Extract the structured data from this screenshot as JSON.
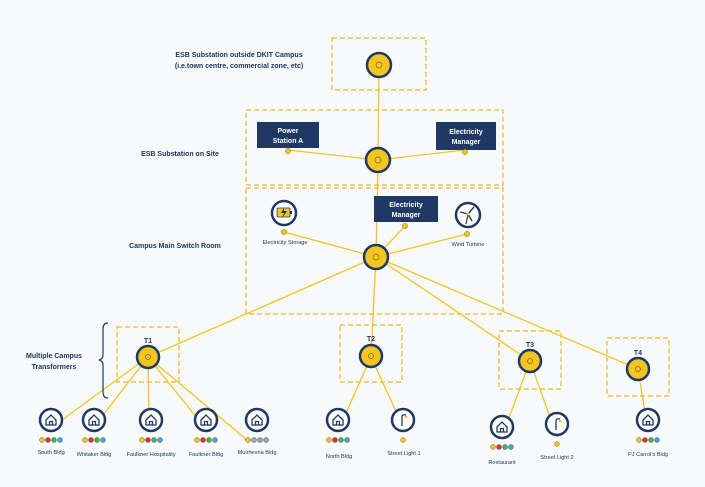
{
  "colors": {
    "line": "#f2c521",
    "node_fill": "#f2c521",
    "node_stroke": "#1f3864",
    "dash": "#f0b429",
    "dark_box": "#1f3864",
    "text": "#1f3864",
    "dot_yellow": "#f2c521",
    "dot_red": "#e63030",
    "dot_green": "#46b34a",
    "dot_blue": "#4aa3c8",
    "dot_grey": "#9aa5b1"
  },
  "labels": {
    "esb_outside_line1": "ESB Substation outside DKIT Campus",
    "esb_outside_line2": "(i.e.town centre, commercial zone, etc)",
    "esb_on_site": "ESB Substation on Site",
    "main_switch_room": "Campus Main Switch Room",
    "multiple_transformers_line1": "Multiple Campus",
    "multiple_transformers_line2": "Transformers"
  },
  "boxes": {
    "power_station_line1": "Power",
    "power_station_line2": "Station A",
    "elec_manager_top_line1": "Electricity",
    "elec_manager_top_line2": "Manager",
    "elec_manager_mid_line1": "Electricity",
    "elec_manager_mid_line2": "Manager"
  },
  "assets": {
    "storage": "Electricity Storage",
    "turbine": "Wind Turbine"
  },
  "transformers": [
    "T1",
    "T2",
    "T3",
    "T4"
  ],
  "buildings": {
    "south": "South Bldg",
    "whitaker": "Whitaker Bldg",
    "faulkner_hosp": "Faulkner Hospitality",
    "faulkner": "Faulkner Bldg",
    "muirhevna": "Muirhevna Bldg",
    "north": "North Bldg",
    "street1": "Street Light 1",
    "restaurant": "Restaurant",
    "street2": "Street Light 2",
    "pj": "PJ Carrol's Bldg"
  }
}
